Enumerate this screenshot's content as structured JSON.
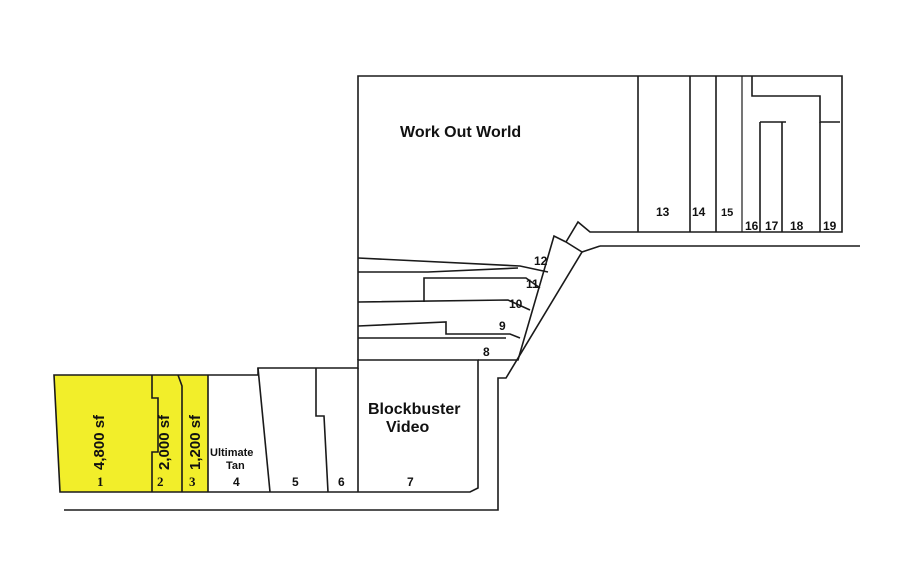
{
  "anchors": {
    "work_out_world": "Work Out World",
    "blockbuster_line1": "Blockbuster",
    "blockbuster_line2": "Video",
    "ultimate_line1": "Ultimate",
    "ultimate_line2": "Tan"
  },
  "available_sizes": {
    "unit1": "4,800 sf",
    "unit2": "2,000 sf",
    "unit3": "1,200 sf"
  },
  "units": {
    "u1": "1",
    "u2": "2",
    "u3": "3",
    "u4": "4",
    "u5": "5",
    "u6": "6",
    "u7": "7",
    "u8": "8",
    "u9": "9",
    "u10": "10",
    "u11": "11",
    "u12": "12",
    "u13": "13",
    "u14": "14",
    "u15": "15",
    "u16": "16",
    "u17": "17",
    "u18": "18",
    "u19": "19"
  },
  "colors": {
    "available": "#f2ee2a",
    "outline": "#1a1a1a"
  }
}
